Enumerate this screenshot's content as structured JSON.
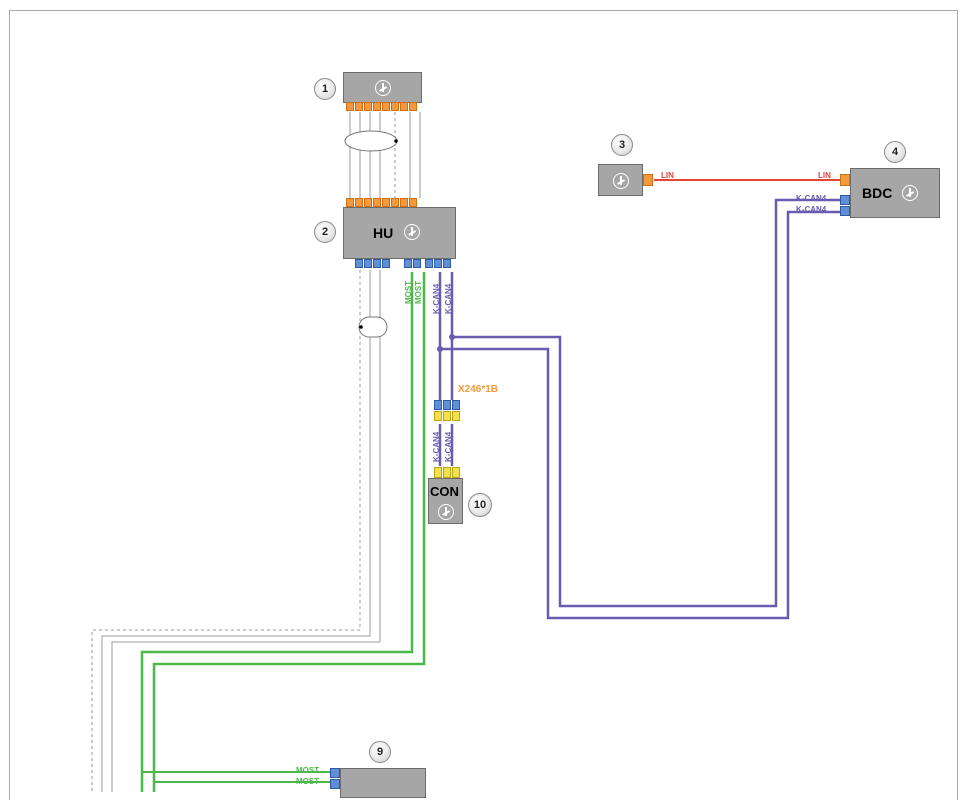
{
  "components": {
    "c1": {
      "number": "1"
    },
    "c2": {
      "number": "2",
      "name": "HU"
    },
    "c3": {
      "number": "3"
    },
    "c4": {
      "number": "4",
      "name": "BDC"
    },
    "c9": {
      "number": "9"
    },
    "c10": {
      "number": "10",
      "name": "CON"
    }
  },
  "connector": {
    "name": "X246*1B"
  },
  "wire_labels": {
    "lin": "LIN",
    "kcan4": "K-CAN4",
    "most": "MOST"
  },
  "colors": {
    "most": "#4cb84a",
    "kcan4": "#6a5bb0",
    "lin": "#e0463a",
    "shield": "#a0a0a0",
    "component": "#a6a6a6"
  }
}
